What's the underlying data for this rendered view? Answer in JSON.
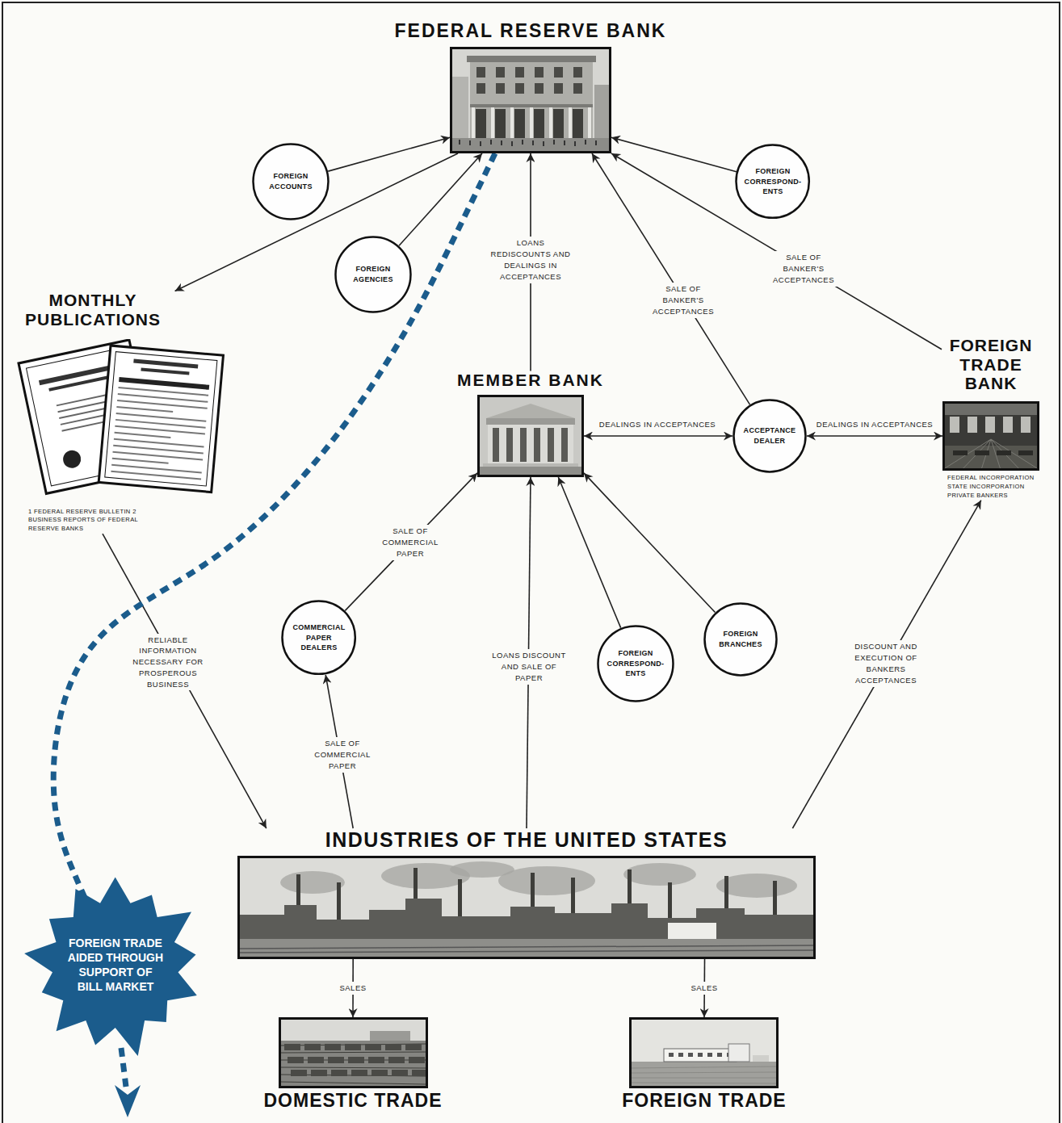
{
  "diagram": {
    "nodes": [
      {
        "text": [
          "FEDERAL RESERVE BANK"
        ]
      },
      {
        "text": [
          "FOREIGN ACCOUNTS"
        ]
      },
      {
        "text": [
          "FOREIGN CORRESPOND- ENTS"
        ]
      },
      {
        "text": [
          "FOREIGN AGENCIES"
        ]
      },
      {
        "text": [
          "MONTHLY PUBLICATIONS",
          "1 FEDERAL RESERVE BULLETIN 2 BUSINESS REPORTS OF FEDERAL RESERVE BANKS"
        ]
      },
      {
        "text": [
          "MEMBER BANK"
        ]
      },
      {
        "text": [
          "ACCEPTANCE DEALER"
        ]
      },
      {
        "text": [
          "FOREIGN TRADE BANK",
          "FEDERAL INCORPORATION STATE INCORPORATION PRIVATE BANKERS"
        ]
      },
      {
        "text": [
          "COMMERCIAL PAPER DEALERS"
        ]
      },
      {
        "text": [
          "FOREIGN CORRESPOND- ENTS"
        ]
      },
      {
        "text": [
          "FOREIGN BRANCHES"
        ]
      },
      {
        "text": [
          "INDUSTRIES OF THE UNITED STATES"
        ]
      },
      {
        "text": [
          "DOMESTIC TRADE"
        ]
      },
      {
        "text": [
          "FOREIGN TRADE"
        ]
      },
      {
        "text": [
          "FOREIGN TRADE AIDED THROUGH SUPPORT OF BILL MARKET"
        ]
      }
    ],
    "edges": [
      {
        "from": 1,
        "to": 0,
        "arrow": "to"
      },
      {
        "from": 0,
        "to": 4,
        "arrow": "to"
      },
      {
        "from": 3,
        "to": 0,
        "arrow": "to"
      },
      {
        "from": 2,
        "to": 0,
        "arrow": "to"
      },
      {
        "from": 5,
        "to": 0,
        "label": "LOANS REDISCOUNTS AND DEALINGS IN ACCEPTANCES",
        "arrow": "to"
      },
      {
        "from": 6,
        "to": 0,
        "label": "SALE OF BANKER'S ACCEPTANCES",
        "arrow": "to"
      },
      {
        "from": 7,
        "to": 0,
        "label": "SALE OF BANKER'S ACCEPTANCES",
        "arrow": "to"
      },
      {
        "from": 5,
        "to": 6,
        "label": "DEALINGS IN ACCEPTANCES",
        "arrow": "both"
      },
      {
        "from": 6,
        "to": 7,
        "label": "DEALINGS IN ACCEPTANCES",
        "arrow": "both"
      },
      {
        "from": 4,
        "to": 11,
        "label": "RELIABLE INFORMATION NECESSARY FOR PROSPEROUS BUSINESS",
        "arrow": "to"
      },
      {
        "from": 11,
        "to": 8,
        "label": "SALE OF COMMERCIAL PAPER",
        "arrow": "to"
      },
      {
        "from": 8,
        "to": 5,
        "label": "SALE OF COMMERCIAL PAPER",
        "arrow": "to"
      },
      {
        "from": 11,
        "to": 5,
        "label": "LOANS DISCOUNT AND SALE OF PAPER",
        "arrow": "to"
      },
      {
        "from": 9,
        "to": 5,
        "arrow": "to"
      },
      {
        "from": 10,
        "to": 5,
        "arrow": "to"
      },
      {
        "from": 11,
        "to": 7,
        "label": "DISCOUNT AND EXECUTION OF BANKERS ACCEPTANCES",
        "arrow": "to"
      },
      {
        "from": 11,
        "to": 12,
        "label": "SALES",
        "arrow": "to"
      },
      {
        "from": 11,
        "to": 13,
        "label": "SALES",
        "arrow": "to"
      },
      {
        "from": 0,
        "to": 14,
        "arrow": "none"
      }
    ]
  }
}
